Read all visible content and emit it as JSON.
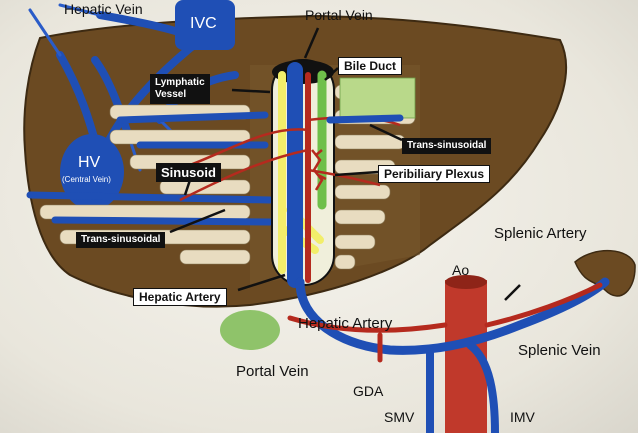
{
  "labels": {
    "hepatic_vein": "Hepatic Vein",
    "ivc": "IVC",
    "portal_vein_top": "Portal Vein",
    "bile_duct": "Bile Duct",
    "lymphatic_vessel_1": "Lymphatic",
    "lymphatic_vessel_2": "Vessel",
    "trans_sinusoidal_right": "Trans-sinusoidal",
    "hv_main": "HV",
    "hv_sub": "(Central Vein)",
    "sinusoid": "Sinusoid",
    "peribiliary_plexus": "Peribiliary Plexus",
    "trans_sinusoidal_left": "Trans-sinusoidal",
    "splenic_artery": "Splenic Artery",
    "ao": "Ao",
    "hepatic_artery_box": "Hepatic Artery",
    "hepatic_artery_plain": "Hepatic Artery",
    "splenic_vein": "Splenic Vein",
    "portal_vein_bottom": "Portal Vein",
    "gda": "GDA",
    "smv": "SMV",
    "imv": "IMV"
  },
  "colors": {
    "liver": "#6b4a22",
    "vein": "#1f4fb5",
    "artery": "#b52a1e",
    "bile": "#6fbf4a",
    "lymph": "#f2ee6a",
    "sinusoid_cells": "#e8dcc0"
  }
}
